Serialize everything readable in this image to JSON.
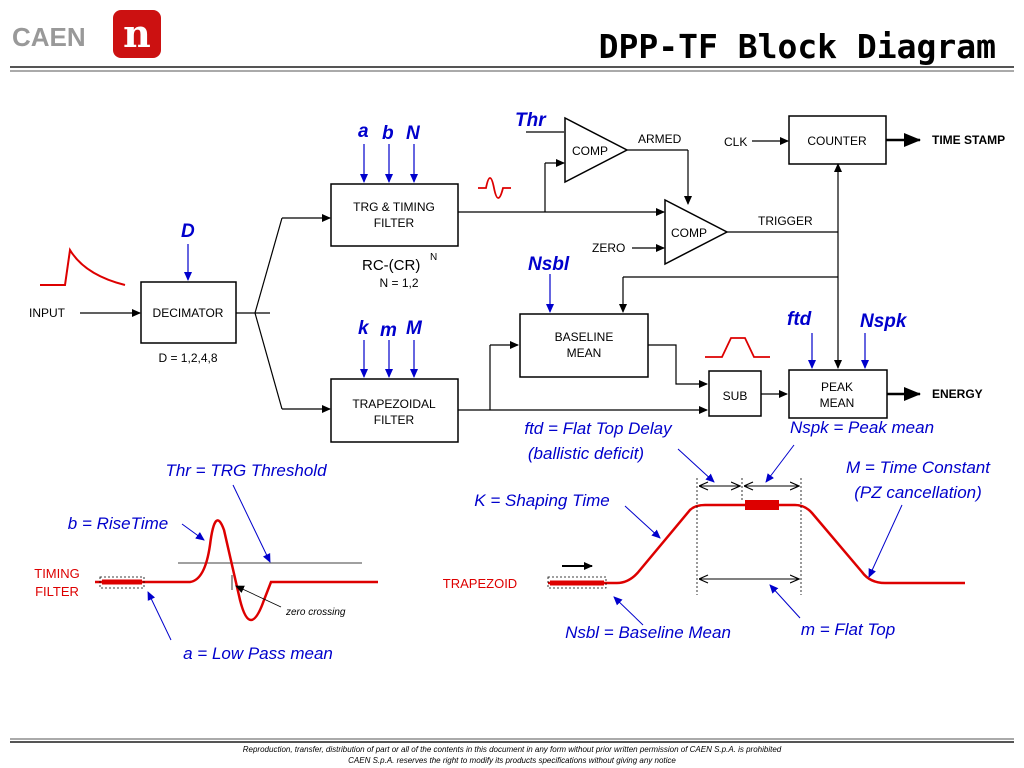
{
  "header": {
    "logo_text": "CAEN",
    "logo_mark": "n",
    "title": "DPP-TF Block Diagram"
  },
  "blocks": {
    "decimator": "DECIMATOR",
    "trg_filter": [
      "TRG & TIMING",
      "FILTER"
    ],
    "comp_top": "COMP",
    "comp_trigger": "COMP",
    "counter": "COUNTER",
    "baseline": [
      "BASELINE",
      "MEAN"
    ],
    "trapezoidal": [
      "TRAPEZOIDAL",
      "FILTER"
    ],
    "sub": "SUB",
    "peak_mean": [
      "PEAK",
      "MEAN"
    ]
  },
  "signals": {
    "input": "INPUT",
    "armed": "ARMED",
    "clk": "CLK",
    "time_stamp": "TIME STAMP",
    "trigger": "TRIGGER",
    "zero": "ZERO",
    "energy": "ENERGY"
  },
  "params": {
    "thr": "Thr",
    "a": "a",
    "b": "b",
    "n": "N",
    "d": "D",
    "nsbl": "Nsbl",
    "k": "k",
    "m": "m",
    "M": "M",
    "ftd": "ftd",
    "nspk": "Nspk"
  },
  "notes": {
    "rc_cr": "RC-(CR)",
    "rc_cr_exp": "N",
    "n_values": "N = 1,2",
    "d_values": "D = 1,2,4,8"
  },
  "legend": {
    "ftd_line1": "ftd = Flat Top Delay",
    "ftd_line2": "(ballistic deficit)",
    "nspk": "Nspk = Peak mean",
    "thr": "Thr = TRG Threshold",
    "M_line1": "M = Time Constant",
    "M_line2": "(PZ cancellation)",
    "k": "K = Shaping Time",
    "b": "b = RiseTime",
    "timing_filter_1": "TIMING",
    "timing_filter_2": "FILTER",
    "zero_crossing": "zero crossing",
    "trapezoid": "TRAPEZOID",
    "nsbl": "Nsbl = Baseline Mean",
    "m": "m = Flat Top",
    "a": "a = Low Pass mean"
  },
  "colors": {
    "param_blue": "#0000cc",
    "signal_red": "#dd0000",
    "logo_red": "#cc1111",
    "logo_grey": "#999999"
  },
  "footer": {
    "line1": "Reproduction, transfer, distribution of part or all of the contents in this document in any form without prior written permission of  CAEN S.p.A. is prohibited",
    "line2": "CAEN S.p.A. reserves the right to modify its products specifications without giving any notice"
  }
}
